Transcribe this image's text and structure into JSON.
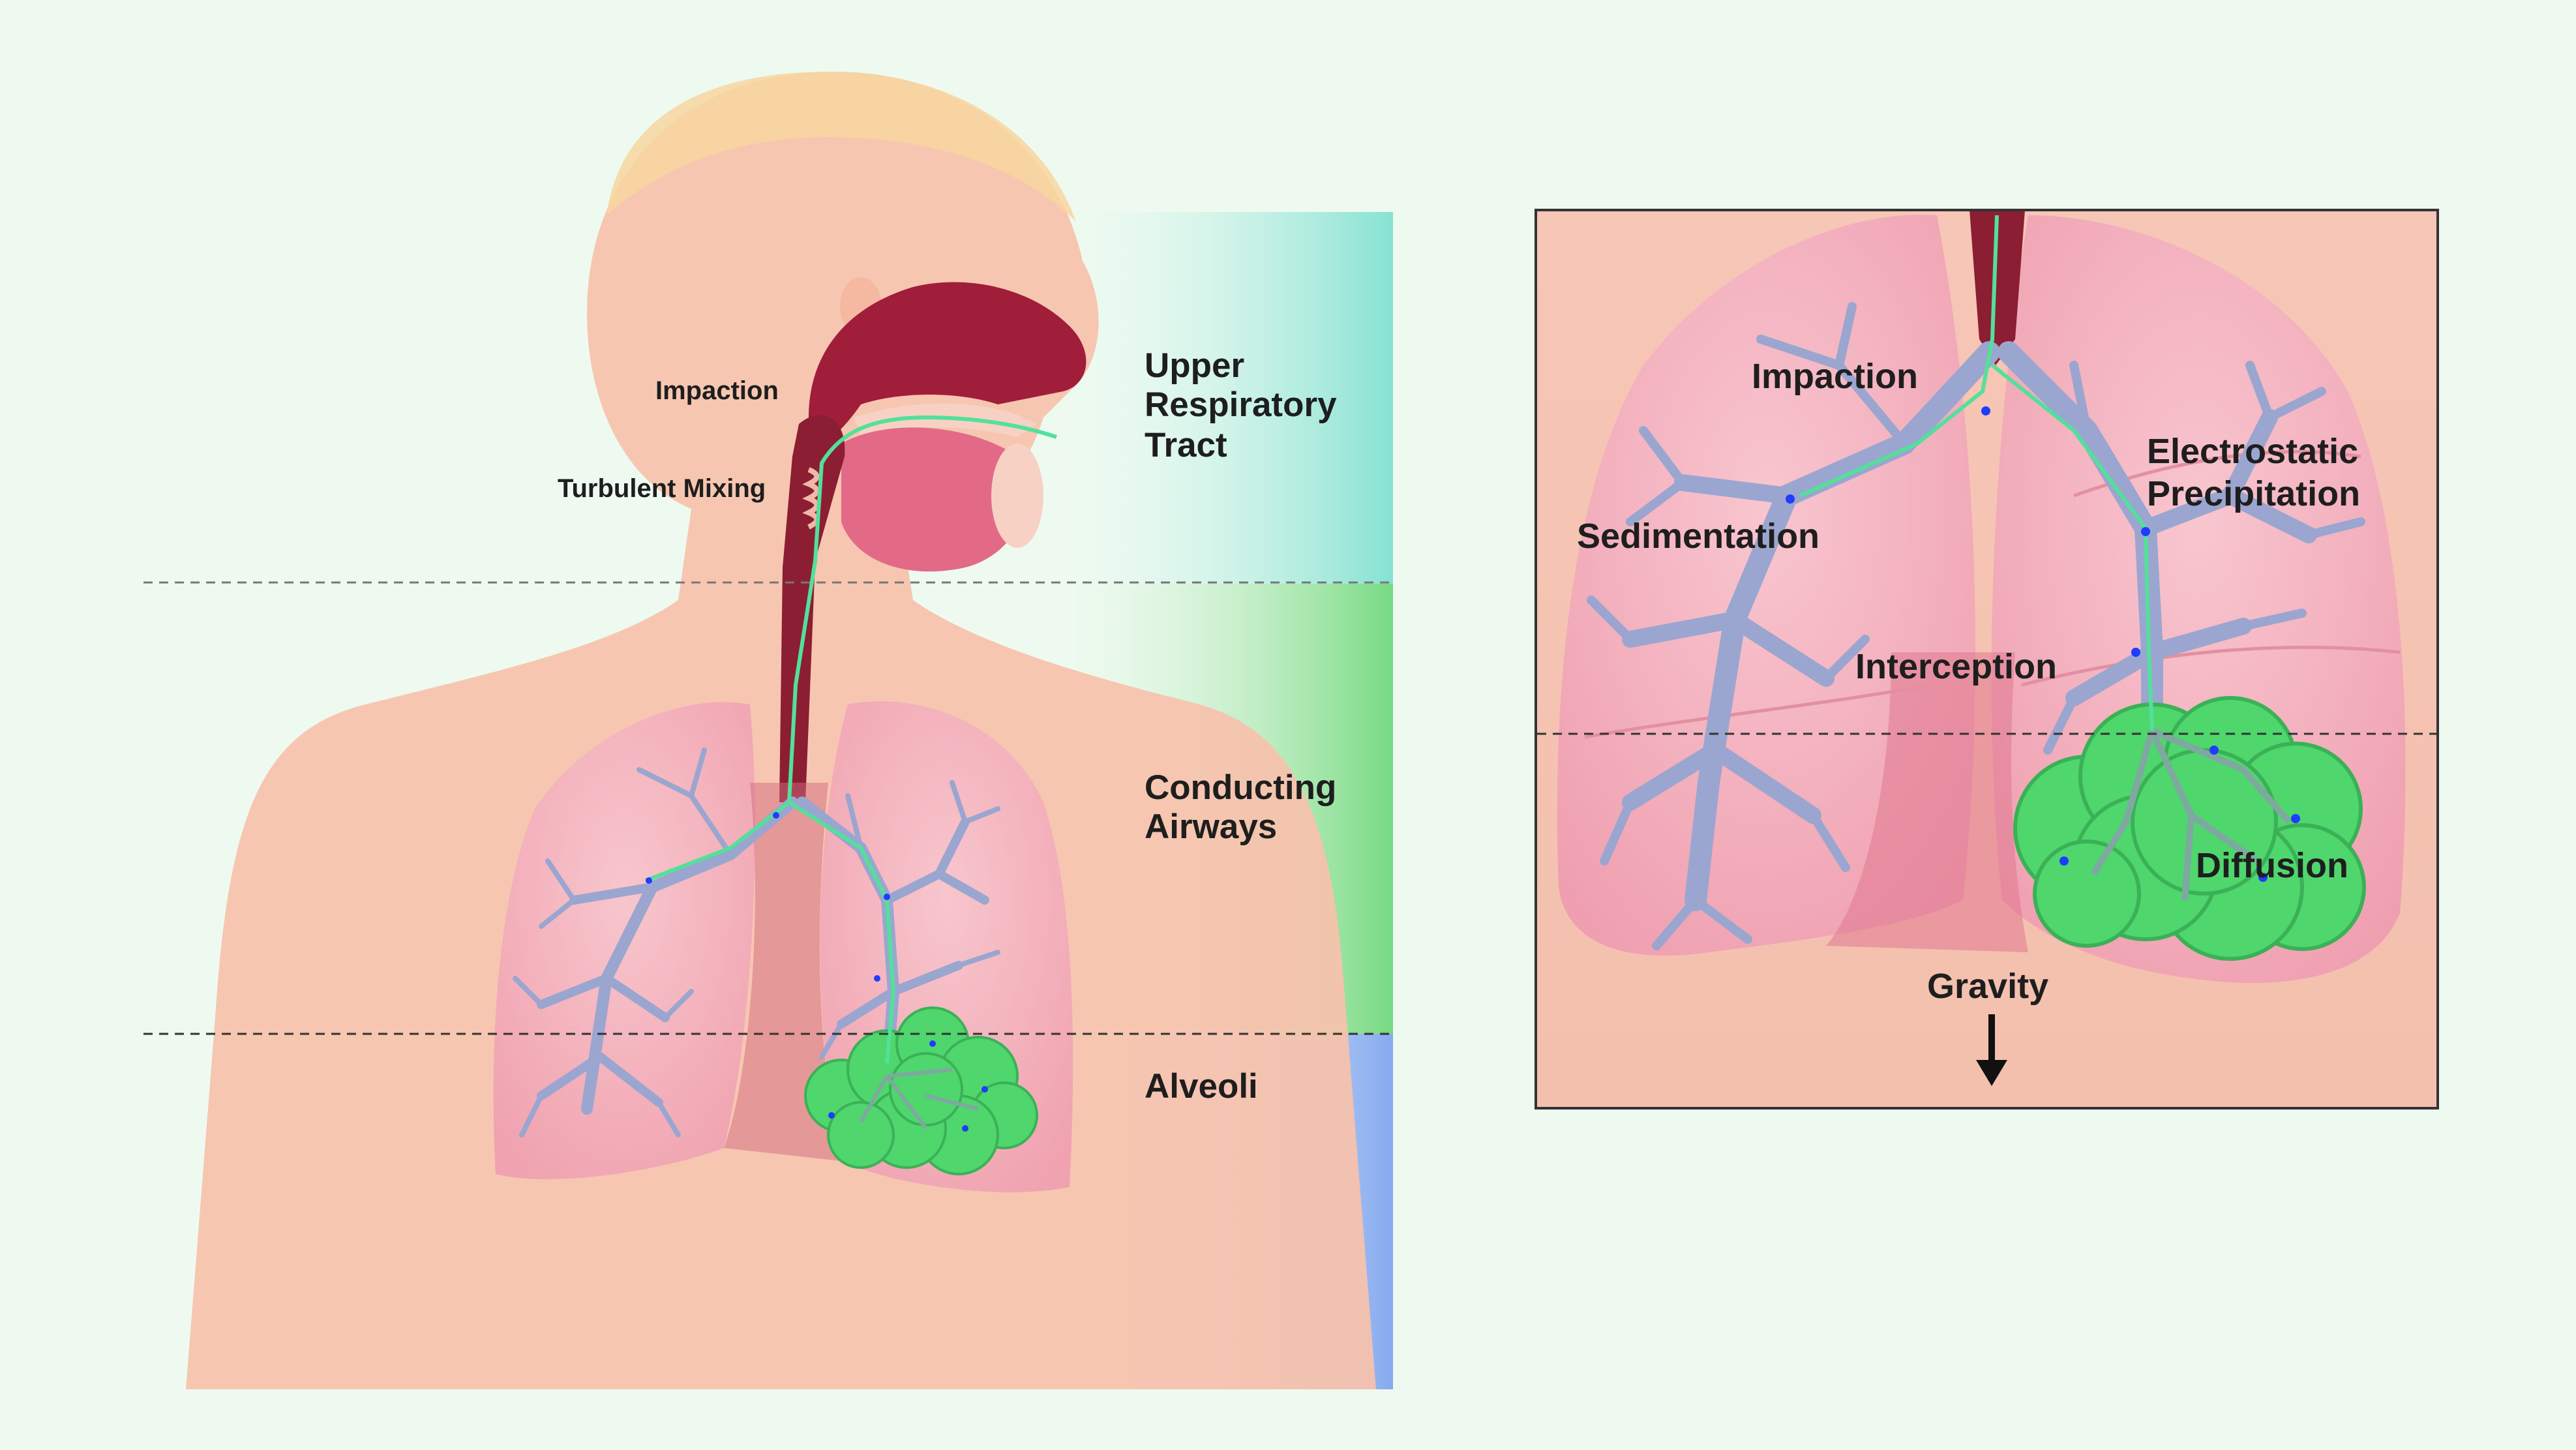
{
  "regions": {
    "upper_respiratory_tract": [
      "Upper",
      "Respiratory",
      "Tract"
    ],
    "conducting_airways": [
      "Conducting",
      "Airways"
    ],
    "alveoli": "Alveoli"
  },
  "head_labels": {
    "impaction": "Impaction",
    "turbulent_mixing": "Turbulent Mixing"
  },
  "zoom_labels": {
    "impaction": "Impaction",
    "sedimentation": "Sedimentation",
    "electrostatic_precipitation": [
      "Electrostatic",
      "Precipitation"
    ],
    "interception": "Interception",
    "diffusion": "Diffusion",
    "gravity": "Gravity"
  },
  "colors": {
    "background": "#eefaf0",
    "skin": "#f7c2ac",
    "airway": "#8b1e33",
    "lung": "#f4aebb",
    "bronchi": "#9aa6cf",
    "alveoli": "#4fd66d",
    "particle": "#1f3cff",
    "upper_band": "#8fe3d4",
    "conducting_band": "#7fdc8a",
    "alveoli_band": "#8fb4ee"
  },
  "icons": [
    "gravity-arrow-icon"
  ]
}
